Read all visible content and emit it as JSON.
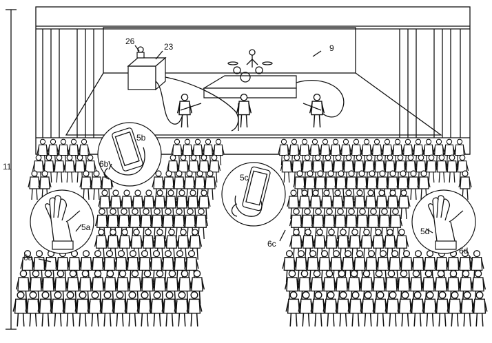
{
  "figure": {
    "labels": {
      "dimension": "11",
      "stage": "9",
      "speaker_booth": "23",
      "device_on_booth": "26",
      "callout_5a": "5a",
      "callout_5b": "5b",
      "callout_5c": "5c",
      "callout_5d": "5d",
      "ref_6a": "6a",
      "ref_6b": "6b",
      "ref_6c": "6c",
      "ref_6d": "6d"
    },
    "callouts": [
      {
        "id": "5a",
        "content": "open palm with wrist band device",
        "icon": "hand-icon"
      },
      {
        "id": "5b",
        "content": "hand holding smartphone",
        "icon": "phone-icon"
      },
      {
        "id": "5c",
        "content": "hand holding smartphone",
        "icon": "phone-icon"
      },
      {
        "id": "5d",
        "content": "open palm with wrist band device",
        "icon": "hand-icon"
      }
    ],
    "colors": {
      "ink": "#111111",
      "paper": "#ffffff"
    }
  }
}
